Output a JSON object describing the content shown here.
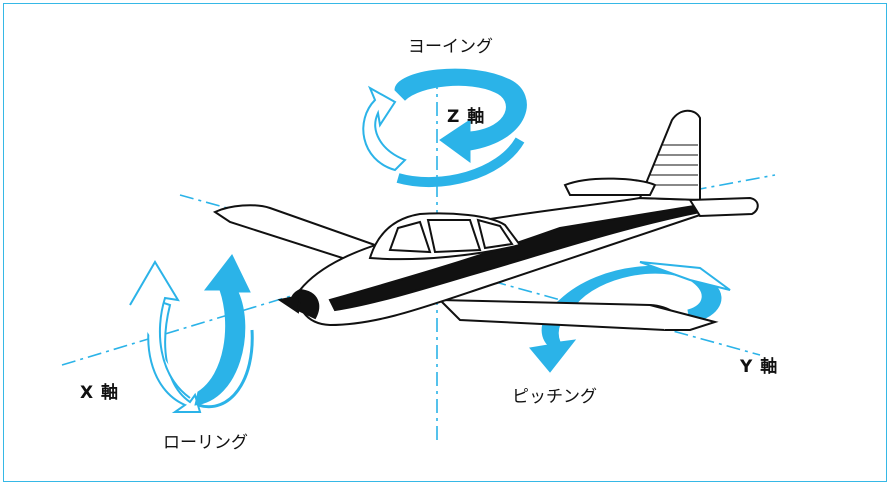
{
  "labels": {
    "yawing": "ヨーイング",
    "z_axis": "Z 軸",
    "x_axis": "X 軸",
    "y_axis": "Y 軸",
    "rolling": "ローリング",
    "pitching": "ピッチング"
  },
  "colors": {
    "frame": "#36b8e6",
    "arrow_fill": "#2bb3e8",
    "arrow_outline": "#2bb3e8",
    "axis_line": "#2bb3e8",
    "airplane_ink": "#111111"
  }
}
